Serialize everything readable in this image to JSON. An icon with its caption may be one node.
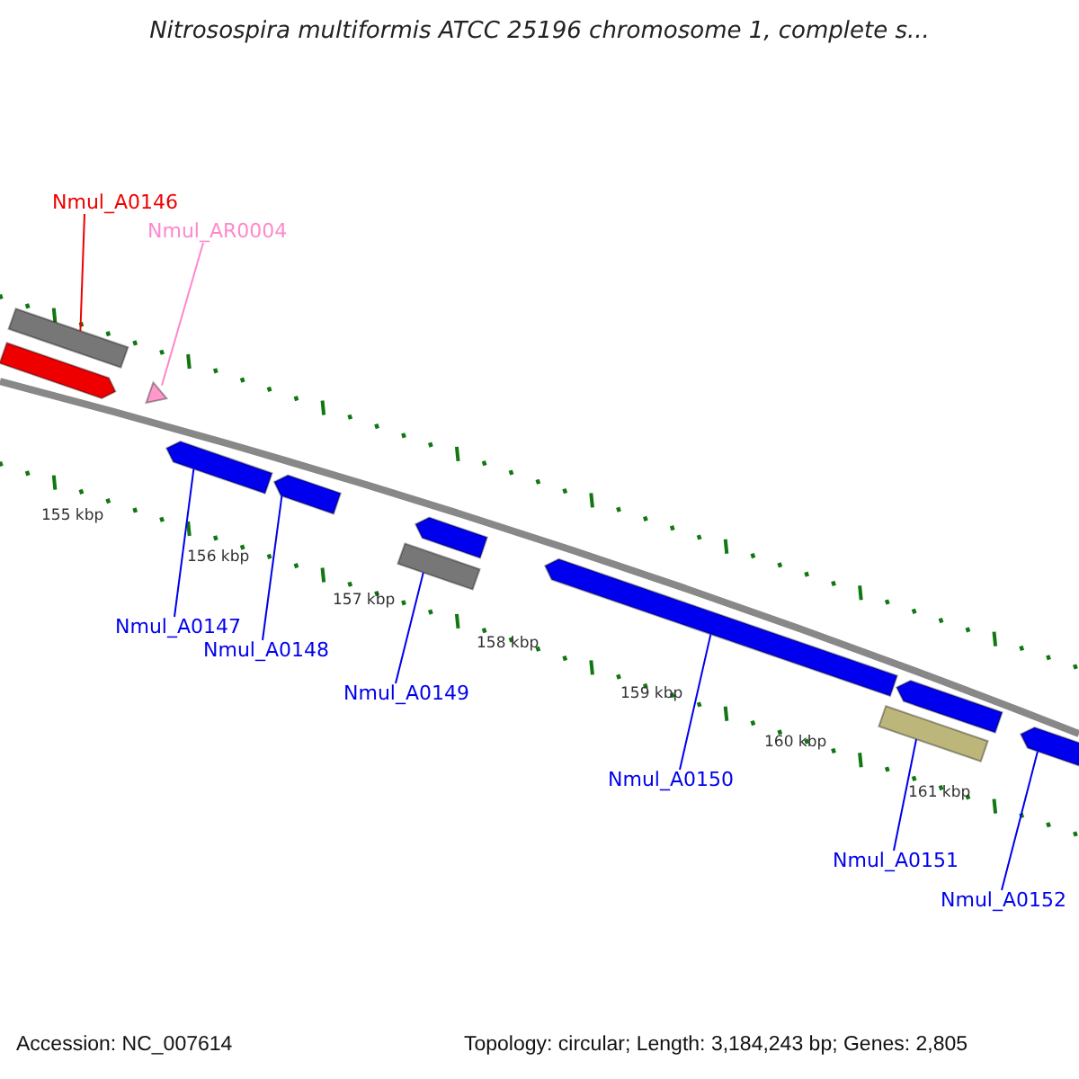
{
  "diagram": {
    "title": "Nitrosospira multiformis ATCC 25196 chromosome 1, complete s...",
    "nodes": [
      {
        "text": [
          "Nmul_A0146"
        ]
      },
      {
        "text": [
          "Nmul_AR0004"
        ]
      },
      {
        "text": [
          "Nmul_A0147"
        ]
      },
      {
        "text": [
          "Nmul_A0148"
        ]
      },
      {
        "text": [
          "Nmul_A0149"
        ]
      },
      {
        "text": [
          "Nmul_A0150"
        ]
      },
      {
        "text": [
          "Nmul_A0151"
        ]
      },
      {
        "text": [
          "Nmul_A0152"
        ]
      },
      {
        "text": [],
        "shape": "arrow"
      },
      {
        "text": [],
        "shape": "bar"
      },
      {
        "text": [],
        "shape": "triangle"
      },
      {
        "text": [],
        "shape": "arrow"
      },
      {
        "text": [],
        "shape": "arrow"
      },
      {
        "text": [],
        "shape": "bar"
      },
      {
        "text": [],
        "shape": "arrow"
      },
      {
        "text": [],
        "shape": "arrow"
      },
      {
        "text": [],
        "shape": "bar"
      },
      {
        "text": [],
        "shape": "arrow"
      },
      {
        "text": [],
        "shape": "arrow"
      }
    ],
    "edges": [
      {
        "from": 0,
        "to": 9,
        "arrow": "none",
        "color": "#ee0000"
      },
      {
        "from": 1,
        "to": 10,
        "arrow": "none",
        "color": "#ff88cc"
      },
      {
        "from": 2,
        "to": 11,
        "arrow": "none"
      },
      {
        "from": 3,
        "to": 12,
        "arrow": "none"
      },
      {
        "from": 4,
        "to": 13,
        "arrow": "none"
      },
      {
        "from": 5,
        "to": 15,
        "arrow": "none"
      },
      {
        "from": 6,
        "to": 16,
        "arrow": "none"
      },
      {
        "from": 7,
        "to": 18,
        "arrow": "none"
      }
    ],
    "labels": [
      "155 kbp",
      "156 kbp",
      "157 kbp",
      "158 kbp",
      "159 kbp",
      "160 kbp",
      "161 kbp",
      "Accession: NC_007614",
      "Topology: circular; Length: 3,184,243 bp; Genes: 2,805"
    ]
  }
}
